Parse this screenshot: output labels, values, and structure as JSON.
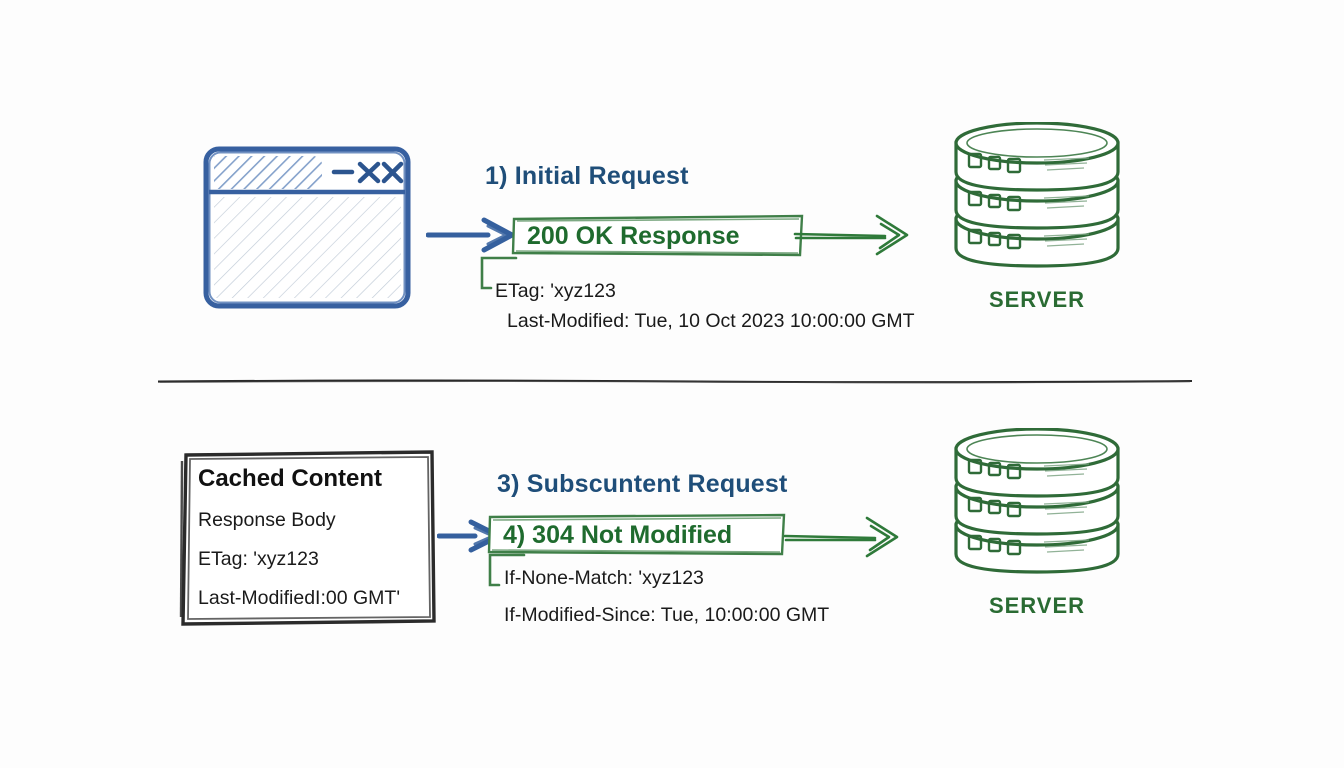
{
  "page": {
    "title": "HTTP Conditional Request / Caching Flow",
    "background_color": "#fdfdfd"
  },
  "colors": {
    "blue": "#1f4e79",
    "blue_arrow": "#2e5f9e",
    "green": "#1f6b2e",
    "green_label": "#2a6b33",
    "black": "#1a1a1a"
  },
  "sections": {
    "top": {
      "heading": "1) Initial Request",
      "response_box_label": "200 OK Response",
      "detail_lines": [
        "ETag: 'xyz123",
        "Last-Modified: Tue, 10 Oct 2023 10:00:00 GMT"
      ],
      "browser_icon": "browser-window-icon",
      "window_controls": [
        "minimize",
        "maximize-x",
        "close-x"
      ],
      "server_label": "SERVER"
    },
    "bottom": {
      "heading": "3) Subscuntent Request",
      "response_box_label": "4) 304 Not Modified",
      "detail_lines": [
        "If-None-Match: 'xyz123",
        "If-Modified-Since: Tue, 10:00:00 GMT"
      ],
      "cached_card": {
        "title": "Cached Content",
        "lines": [
          "Response Body",
          "ETag: 'xyz123",
          "Last-ModifiedI:00 GMT'"
        ]
      },
      "server_label": "SERVER"
    }
  },
  "icons": {
    "browser": "browser-window-icon",
    "server": "server-database-stack-icon",
    "arrow_request": "arrow-right-icon",
    "arrow_response": "arrow-right-icon",
    "divider": "horizontal-divider"
  }
}
